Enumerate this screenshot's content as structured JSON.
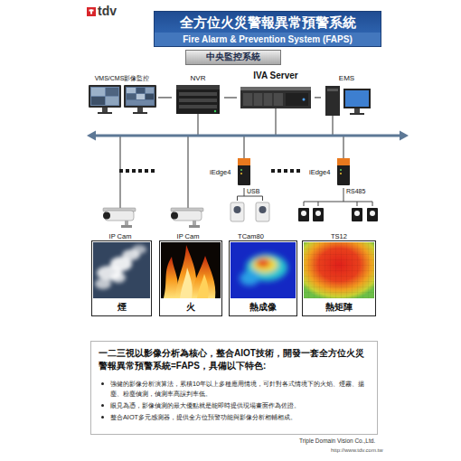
{
  "diagram": {
    "nodes": [
      {
        "text": [
          "全方位火災警報異常預警系統",
          "Fire Alarm & Prevention System (FAPS)"
        ]
      },
      {
        "text": [
          "中央監控系統"
        ]
      },
      {
        "text": [
          "VMS/CMS影像監控"
        ]
      },
      {
        "text": [
          "NVR"
        ]
      },
      {
        "text": [
          "IVA Server"
        ]
      },
      {
        "text": [
          "EMS"
        ]
      },
      {
        "text": [
          "iEdge4"
        ]
      },
      {
        "text": [
          "iEdge4"
        ]
      },
      {
        "text": [
          "IP Cam"
        ]
      },
      {
        "text": [
          "IP Cam"
        ]
      },
      {
        "text": [
          "TCam80"
        ]
      },
      {
        "text": [
          "TS12"
        ]
      },
      {
        "text": [
          "煙"
        ]
      },
      {
        "text": [
          "火"
        ]
      },
      {
        "text": [
          "熱成像"
        ]
      },
      {
        "text": [
          "熱矩陣"
        ]
      },
      {
        "text": [
          "一二三視以影像分析為核心，整合AIOT技術，開發一套全方位火災警報異常預警系統=FAPS，具備以下特色:",
          "強健的影像分析演算法，累積10年以上多種應用情境，可針對各式情境下的火焰、煙霧、揚塵、粉塵偵測，偵測率高誤判率低。",
          "眼見為憑，影像偵測的最大優點就是能即時提供現場畫面作為佐證。",
          "整合AIOT多元感測器，提供全方位預警功能與影像分析相輔相成。"
        ]
      }
    ],
    "edges": [
      {
        "from": 2,
        "to": 3,
        "arrow": "none"
      },
      {
        "from": 3,
        "to": 4,
        "arrow": "none"
      },
      {
        "from": 4,
        "to": 5,
        "arrow": "none"
      },
      {
        "from": 6,
        "to": 10,
        "label": "USB",
        "arrow": "none"
      },
      {
        "from": 7,
        "to": 11,
        "label": "RS485",
        "arrow": "none"
      }
    ],
    "labels": [
      "tdv",
      "Triple Domain Vision Co.,Ltd.",
      "http://www.tdv.com.tw"
    ]
  }
}
